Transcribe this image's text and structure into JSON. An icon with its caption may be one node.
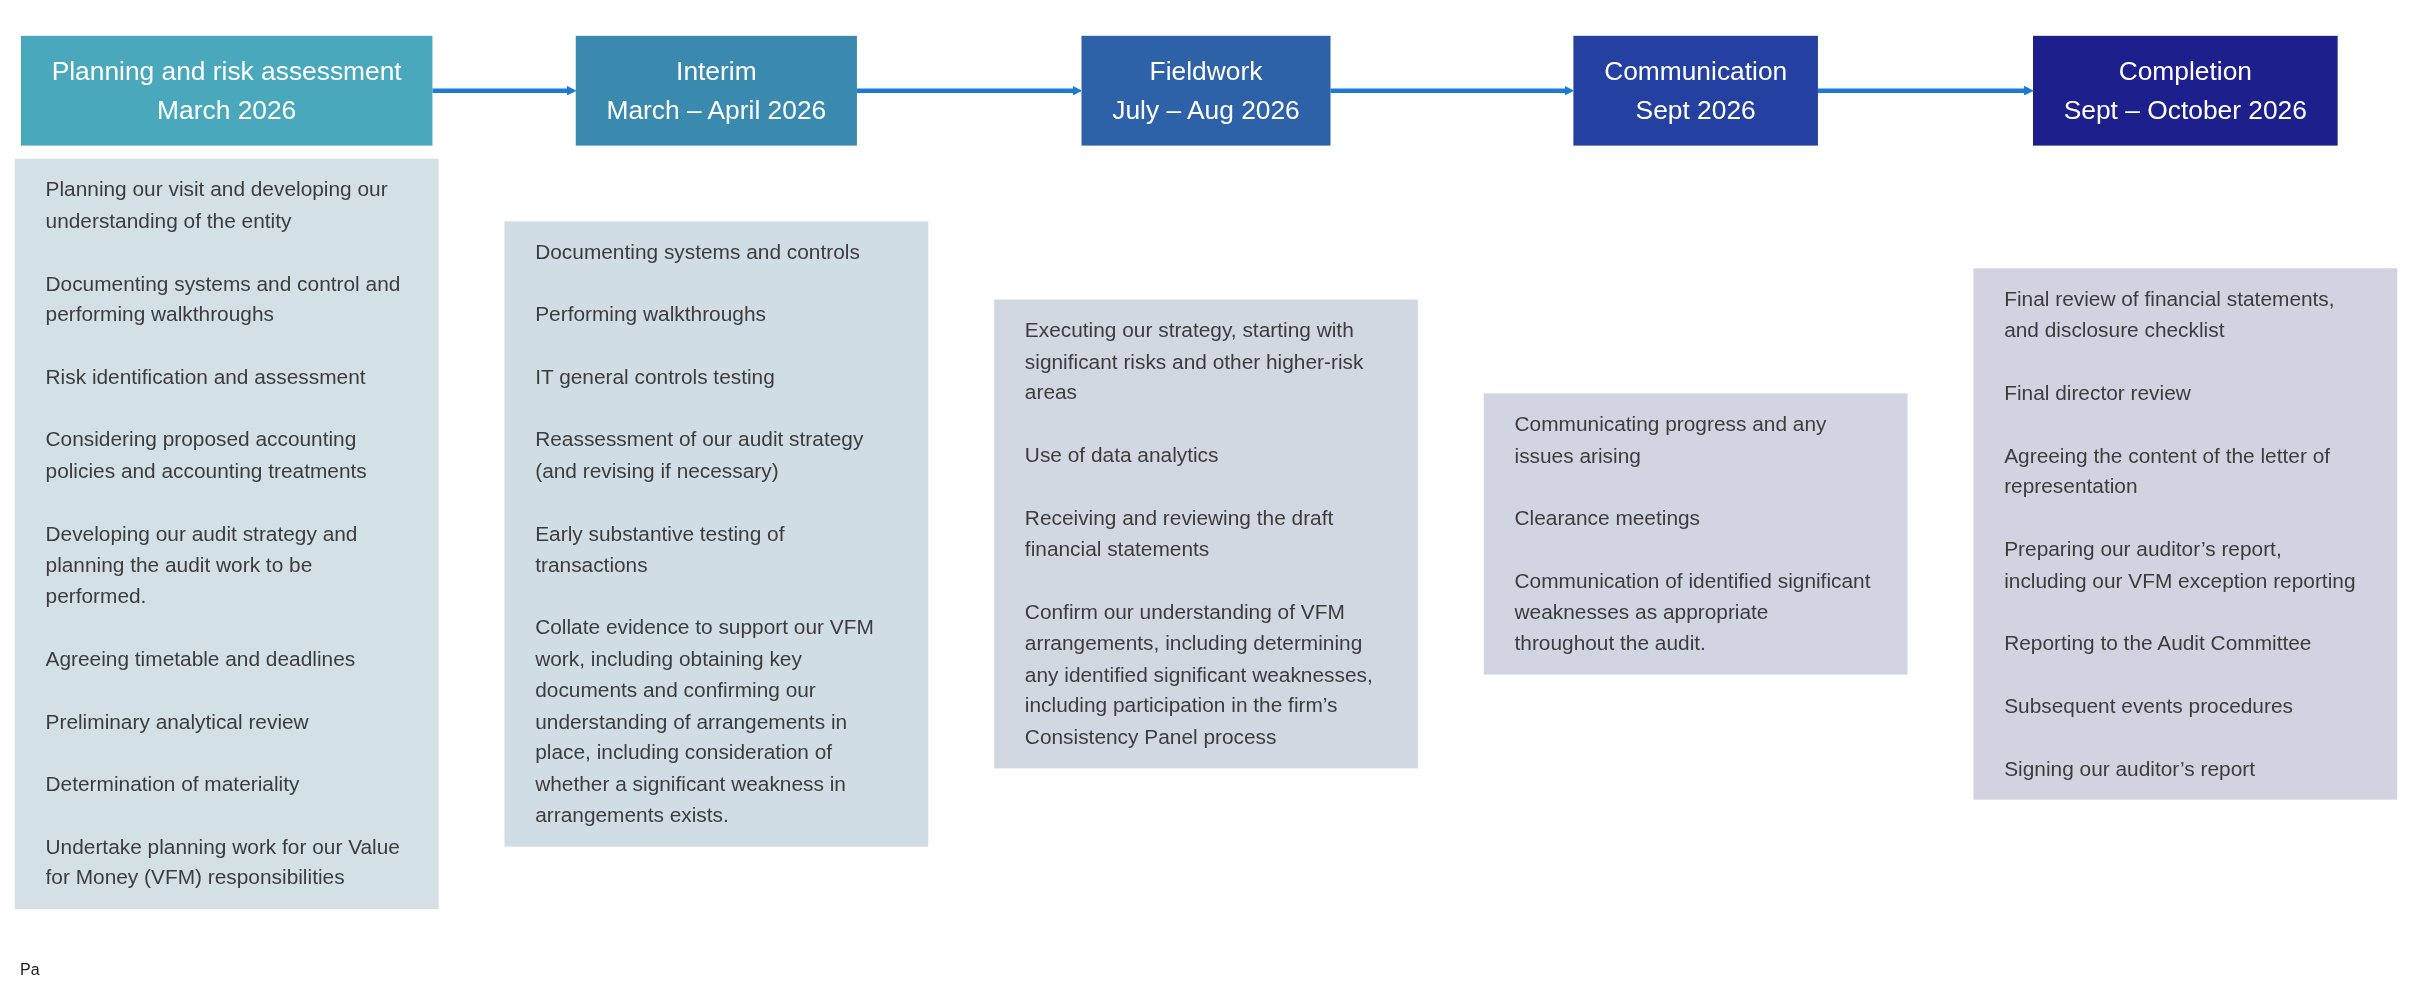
{
  "diagram": {
    "nodes": [
      {
        "text": [
          "Planning and risk assessment",
          "March 2026"
        ]
      },
      {
        "text": [
          "Planning our visit and developing our understanding of the entity",
          "Documenting systems and control and performing walkthroughs",
          "Risk identification and assessment",
          "Considering proposed accounting policies and accounting treatments",
          "Developing our audit strategy and planning the audit work to be performed.",
          "Agreeing timetable and deadlines",
          "Preliminary analytical review",
          "Determination of materiality",
          "Undertake planning work for our Value for Money (VFM) responsibilities"
        ]
      },
      {
        "text": [
          "Interim",
          "March – April 2026"
        ]
      },
      {
        "text": [
          "Documenting systems and controls",
          "Performing walkthroughs",
          "IT general controls testing",
          "Reassessment of our audit strategy (and revising if necessary)",
          "Early substantive testing of transactions",
          "Collate evidence to support our VFM work, including obtaining key documents and confirming our understanding of arrangements in place, including consideration of whether a significant weakness in arrangements exists."
        ]
      },
      {
        "text": [
          "Fieldwork",
          "July – Aug 2026"
        ]
      },
      {
        "text": [
          "Executing our strategy, starting with significant risks and other higher-risk areas",
          "Use of data analytics",
          "Receiving and reviewing the draft financial statements",
          "Confirm our understanding of VFM arrangements, including determining any identified significant weaknesses, including participation in the firm’s Consistency Panel process"
        ]
      },
      {
        "text": [
          "Communication",
          "Sept 2026"
        ]
      },
      {
        "text": [
          "Communicating progress and any issues arising",
          "Clearance meetings",
          "Communication of identified significant weaknesses as appropriate throughout the audit."
        ]
      },
      {
        "text": [
          "Completion",
          "Sept – October 2026"
        ]
      },
      {
        "text": [
          "Final review of financial statements, and disclosure checklist",
          "Final director review",
          "Agreeing the content of the letter of representation",
          "Preparing our auditor’s report, including our VFM exception reporting",
          "Reporting to the Audit Committee",
          "Subsequent events procedures",
          "Signing our auditor’s report"
        ]
      }
    ],
    "edges": [
      {
        "from": 0,
        "to": 2,
        "arrow": "to"
      },
      {
        "from": 2,
        "to": 4,
        "arrow": "to"
      },
      {
        "from": 4,
        "to": 6,
        "arrow": "to"
      },
      {
        "from": 6,
        "to": 8,
        "arrow": "to"
      }
    ],
    "labels": [
      "Pa"
    ]
  }
}
